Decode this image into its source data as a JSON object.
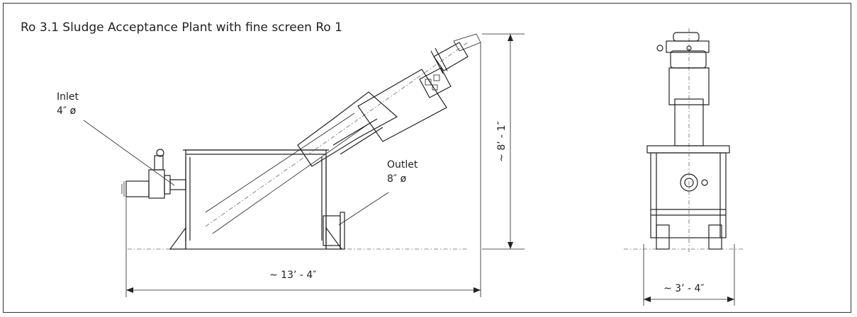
{
  "title": "Ro 3.1   Sludge Acceptance Plant with fine screen Ro 1",
  "labels": {
    "inlet": "Inlet",
    "inlet_size": "4″ ø",
    "outlet": "Outlet",
    "outlet_size": "8″ ø"
  },
  "dimensions": {
    "length": "~ 13’ - 4″",
    "height": "~ 8’ - 1″",
    "width": "~ 3’ - 4″"
  },
  "colors": {
    "line": "#222222",
    "frame": "#333333"
  }
}
